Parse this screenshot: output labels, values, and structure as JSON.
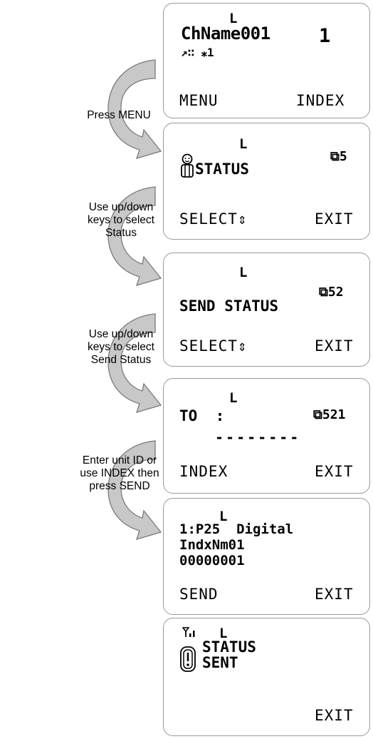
{
  "captions": [
    "Press MENU",
    "Use up/down\nkeys to select\nStatus",
    "Use up/down\nkeys to select\nSend Status",
    "Enter unit ID\nor use INDEX\nthen press\nSEND"
  ],
  "screens": [
    {
      "indicator": "L",
      "channel_name": "ChName001",
      "channel_number": "1",
      "status_icons": "↗∷ ⁎1",
      "left_key": "MENU",
      "right_key": "INDEX"
    },
    {
      "indicator": "L",
      "menu_title": "STATUS",
      "menu_index": "⧉5",
      "left_key": "SELECT⇕",
      "right_key": "EXIT",
      "icon": "status-person-icon"
    },
    {
      "indicator": "L",
      "menu_title": "SEND STATUS",
      "menu_index": "⧉52",
      "left_key": "SELECT⇕",
      "right_key": "EXIT"
    },
    {
      "indicator": "L",
      "to_label": "TO  :",
      "menu_index": "⧉521",
      "dashes": "--------",
      "left_key": "INDEX",
      "right_key": "EXIT"
    },
    {
      "indicator": "L",
      "line1": "1:P25  Digital",
      "line2": "IndxNm01",
      "line3": "00000001",
      "left_key": "SEND",
      "right_key": "EXIT"
    },
    {
      "indicator": "L",
      "message_line1": "STATUS",
      "message_line2": "SENT",
      "right_key": "EXIT",
      "icons": [
        "signal-icon",
        "status-sent-icon"
      ]
    }
  ],
  "colors": {
    "arrow_fill": "#c8c8c8",
    "arrow_stroke": "#7a7a7a",
    "screen_border": "#9a9a9a"
  }
}
